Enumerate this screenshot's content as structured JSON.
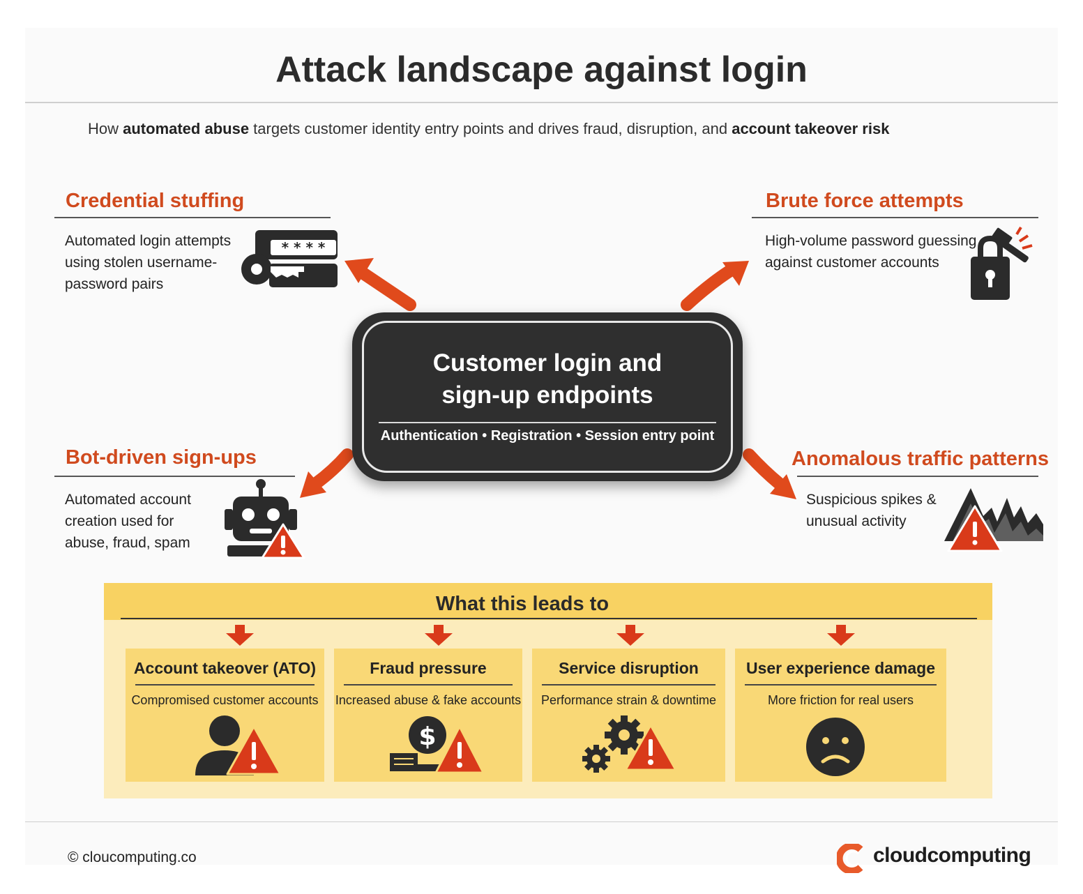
{
  "title": "Attack landscape against login",
  "subtitle": {
    "part1": "How ",
    "bold1": "automated abuse",
    "part2": " targets customer identity entry points and drives fraud, disruption, and ",
    "bold2": "account takeover risk"
  },
  "attacks": {
    "credential_stuffing": {
      "title": "Credential stuffing",
      "lines": [
        "Automated login attempts",
        "using stolen username-",
        "password pairs"
      ],
      "icon": "key-password-icon"
    },
    "brute_force": {
      "title": "Brute force attempts",
      "lines": [
        "High-volume password guessing",
        "against customer accounts"
      ],
      "icon": "hammer-lock-icon"
    },
    "bot_signups": {
      "title": "Bot-driven sign-ups",
      "lines": [
        "Automated account",
        "creation used for",
        "abuse, fraud, spam"
      ],
      "icon": "robot-warning-icon"
    },
    "anomalous_traffic": {
      "title": "Anomalous traffic patterns",
      "lines": [
        "Suspicious spikes &",
        "unusual activity"
      ],
      "icon": "traffic-spike-warning-icon"
    }
  },
  "center": {
    "title_line1": "Customer login and",
    "title_line2": "sign-up endpoints",
    "subtitle": "Authentication • Registration • Session entry point"
  },
  "leads": {
    "title": "What this leads to",
    "cards": [
      {
        "title": "Account takeover (ATO)",
        "desc": "Compromised customer accounts",
        "icon": "user-warning-icon"
      },
      {
        "title": "Fraud pressure",
        "desc": "Increased abuse & fake accounts",
        "icon": "money-warning-icon"
      },
      {
        "title": "Service disruption",
        "desc": "Performance strain & downtime",
        "icon": "gears-warning-icon"
      },
      {
        "title": "User experience damage",
        "desc": "More friction for real users",
        "icon": "sad-face-icon"
      }
    ]
  },
  "footer": {
    "copyright": "© cloucomputing.co",
    "logo_text": "cloudcomputing"
  },
  "colors": {
    "accent_orange": "#e04a1c",
    "warning_red": "#d93a1a",
    "dark": "#2f2f2f",
    "yellow": "#f9d876"
  }
}
